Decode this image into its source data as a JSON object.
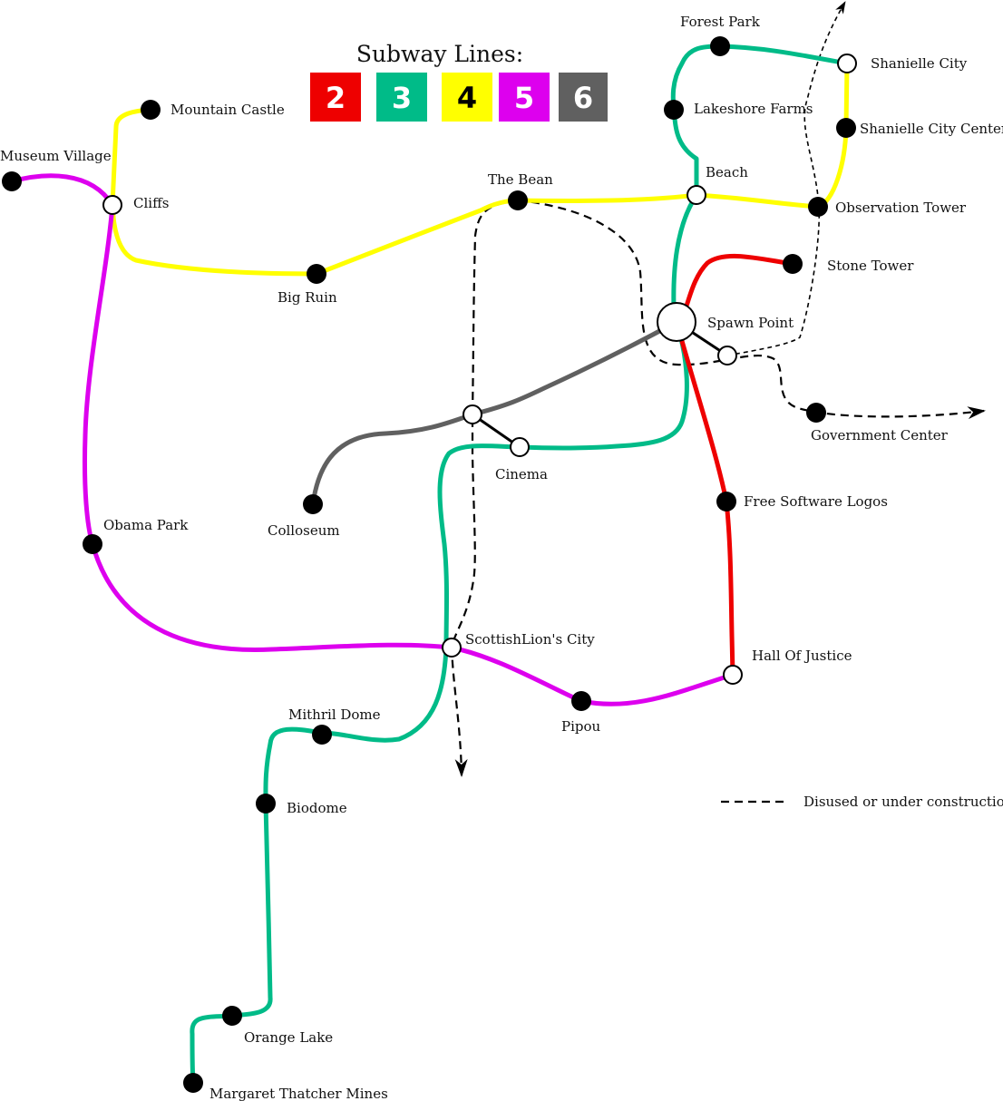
{
  "legend": {
    "title": "Subway Lines:",
    "lines": [
      {
        "number": "2",
        "color": "#ee0000",
        "text_color": "#ffffff"
      },
      {
        "number": "3",
        "color": "#00bb88",
        "text_color": "#ffffff"
      },
      {
        "number": "4",
        "color": "#ffff00",
        "text_color": "#000000"
      },
      {
        "number": "5",
        "color": "#dd00ee",
        "text_color": "#ffffff"
      },
      {
        "number": "6",
        "color": "#606060",
        "text_color": "#ffffff"
      }
    ],
    "disused_label": "Disused or under construction"
  },
  "stations": {
    "forest_park": "Forest Park",
    "shanielle_city": "Shanielle City",
    "lakeshore_farms": "Lakeshore Farms",
    "shanielle_city_center": "Shanielle City Center",
    "beach": "Beach",
    "observation_tower": "Observation Tower",
    "mountain_castle": "Mountain Castle",
    "museum_village": "Museum Village",
    "cliffs": "Cliffs",
    "the_bean": "The Bean",
    "big_ruin": "Big Ruin",
    "stone_tower": "Stone Tower",
    "spawn_point": "Spawn Point",
    "government_center": "Government Center",
    "cinema": "Cinema",
    "colloseum": "Colloseum",
    "free_software_logos": "Free Software Logos",
    "obama_park": "Obama Park",
    "scottishlions_city": "ScottishLion's City",
    "hall_of_justice": "Hall Of Justice",
    "pipou": "Pipou",
    "mithril_dome": "Mithril Dome",
    "biodome": "Biodome",
    "orange_lake": "Orange Lake",
    "margaret_thatcher_mines": "Margaret Thatcher Mines"
  },
  "interchange_stations": [
    "Shanielle City",
    "Beach",
    "Cliffs",
    "Spawn Point",
    "Cinema",
    "ScottishLion's City",
    "Hall Of Justice"
  ],
  "routes": {
    "line_2": {
      "color": "#ee0000",
      "stations": [
        "Stone Tower",
        "Spawn Point",
        "Free Software Logos",
        "Hall Of Justice"
      ]
    },
    "line_3": {
      "color": "#00bb88",
      "stations": [
        "Forest Park",
        "Shanielle City",
        "Lakeshore Farms",
        "Beach",
        "Spawn Point",
        "Cinema",
        "ScottishLion's City",
        "Mithril Dome",
        "Biodome",
        "Orange Lake",
        "Margaret Thatcher Mines"
      ]
    },
    "line_4": {
      "color": "#ffff00",
      "stations": [
        "Mountain Castle",
        "Cliffs",
        "Big Ruin",
        "The Bean",
        "Beach",
        "Observation Tower",
        "Shanielle City Center",
        "Shanielle City"
      ]
    },
    "line_5": {
      "color": "#dd00ee",
      "stations": [
        "Museum Village",
        "Cliffs",
        "Obama Park",
        "ScottishLion's City",
        "Pipou",
        "Hall Of Justice"
      ]
    },
    "line_6": {
      "color": "#606060",
      "stations": [
        "Colloseum",
        "Spawn Point"
      ]
    }
  }
}
